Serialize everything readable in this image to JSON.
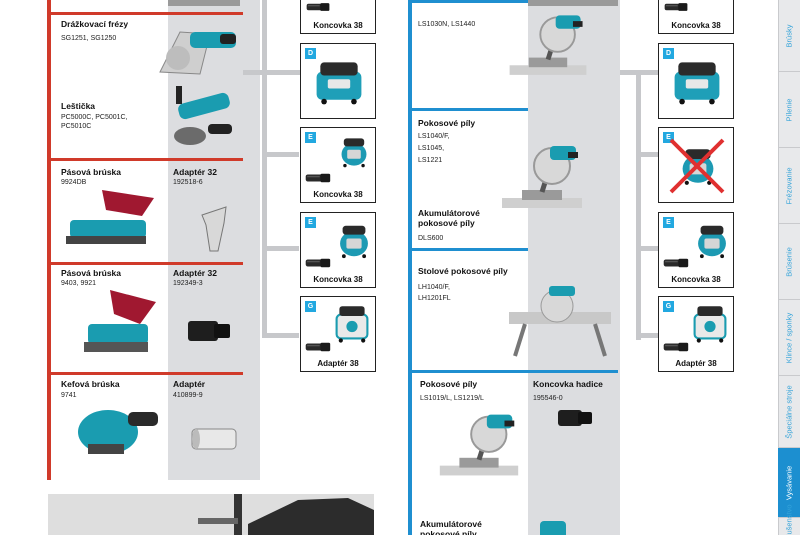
{
  "left_column": {
    "products": [
      {
        "name": "Drážkovací frézy",
        "models": "SG1251, SG1250"
      },
      {
        "name": "Leštička",
        "models": [
          "PC5000C, PC5001C,",
          "PC5010C"
        ]
      },
      {
        "name": "Pásová brúska",
        "models": "9924DB",
        "adapter_title": "Adaptér 32",
        "adapter_code": "192518-6"
      },
      {
        "name": "Pásová brúska",
        "models": "9403, 9921",
        "adapter_title": "Adaptér 32",
        "adapter_code": "192349-3"
      },
      {
        "name": "Kefová brúska",
        "models": "9741",
        "adapter_title": "Adaptér",
        "adapter_code": "410899-9"
      }
    ],
    "cards": [
      {
        "tag": "",
        "label": "Koncovka 38"
      },
      {
        "tag": "D",
        "label": ""
      },
      {
        "tag": "E",
        "label": "Koncovka 38"
      },
      {
        "tag": "E",
        "label": "Koncovka 38"
      },
      {
        "tag": "G",
        "label": "Adaptér 38"
      }
    ]
  },
  "right_column": {
    "products": [
      {
        "name": "",
        "models": "LS1030N, LS1440"
      },
      {
        "name": "Pokosové píly",
        "models": [
          "LS1040/F,",
          "LS1045,",
          "LS1221"
        ]
      },
      {
        "name": "Akumulátorové pokosové píly",
        "models": "DLS600"
      },
      {
        "name": "Stolové pokosové píly",
        "models": [
          "LH1040/F,",
          "LH1201FL"
        ]
      },
      {
        "name": "Pokosové píly",
        "models": "LS1019/L, LS1219/L",
        "adapter_title": "Koncovka hadice",
        "adapter_code": "195546-0"
      },
      {
        "name": "Akumulátorové pokosové píly",
        "models": ""
      }
    ],
    "cards": [
      {
        "tag": "",
        "label": "Koncovka 38"
      },
      {
        "tag": "D",
        "label": ""
      },
      {
        "tag": "E",
        "label": ""
      },
      {
        "tag": "E",
        "label": "Koncovka 38"
      },
      {
        "tag": "G",
        "label": "Adaptér 38"
      }
    ]
  },
  "sidebar": {
    "items": [
      "Brúsky",
      "Pílenie",
      "Frézovanie",
      "Brúsenie",
      "Klince / sponky",
      "Špeciálne stroje",
      "Vysávanie",
      "Príslušenstvo"
    ],
    "active_index": 6
  },
  "colors": {
    "accent_red": "#d03a2a",
    "accent_blue": "#1f8fd0",
    "tag_blue": "#22a8e0",
    "teal": "#1a9cb0"
  }
}
